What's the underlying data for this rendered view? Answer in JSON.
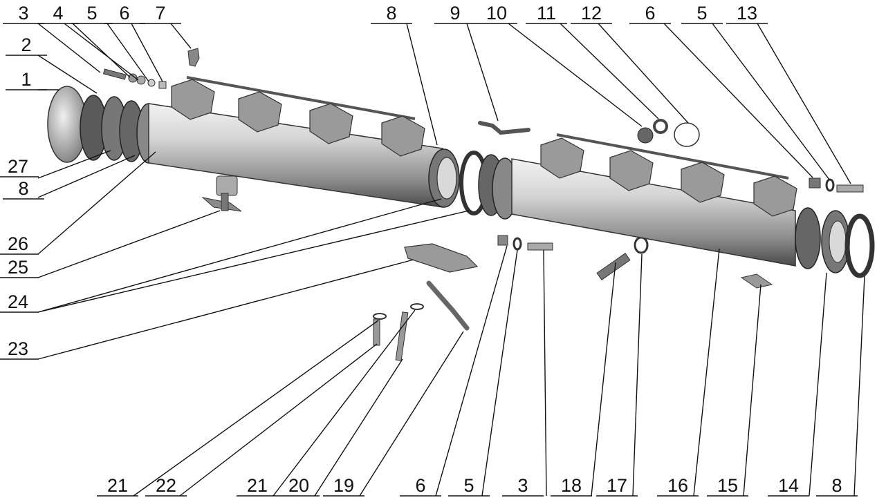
{
  "diagram": {
    "type": "exploded-assembly-drawing",
    "callouts": [
      "3",
      "4",
      "5",
      "6",
      "7",
      "2",
      "1",
      "27",
      "8",
      "26",
      "25",
      "24",
      "23",
      "8",
      "9",
      "10",
      "11",
      "12",
      "6",
      "5",
      "13",
      "21",
      "22",
      "21",
      "20",
      "19",
      "6",
      "5",
      "3",
      "18",
      "17",
      "16",
      "15",
      "14",
      "8"
    ]
  },
  "colors": {
    "metal_light": "#e6e6e6",
    "metal_mid": "#a8a8a8",
    "metal_dark": "#4a4a4a",
    "line": "#111111"
  }
}
